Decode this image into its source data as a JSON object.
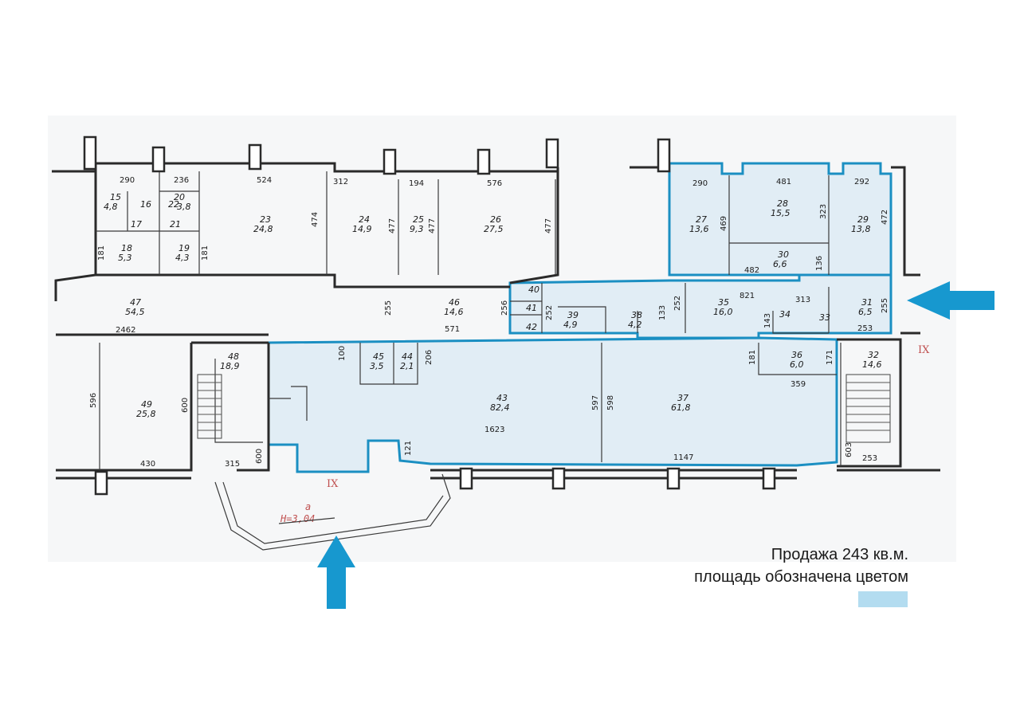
{
  "legend": {
    "line1": "Продажа 243 кв.м.",
    "line2": "площадь обозначена цветом",
    "swatch_color": "#b3dcf0"
  },
  "colors": {
    "highlight": "#1b8fc2",
    "arrow": "#1798cf"
  },
  "rooms": [
    {
      "id": "r15",
      "n": "15",
      "a": "4,8"
    },
    {
      "id": "r16",
      "n": "16",
      "a": ""
    },
    {
      "id": "r17",
      "n": "17",
      "a": ""
    },
    {
      "id": "r20",
      "n": "20",
      "a": "3,8"
    },
    {
      "id": "r22",
      "n": "22",
      "a": ""
    },
    {
      "id": "r21",
      "n": "21",
      "a": ""
    },
    {
      "id": "r18",
      "n": "18",
      "a": "5,3"
    },
    {
      "id": "r19",
      "n": "19",
      "a": "4,3"
    },
    {
      "id": "r23",
      "n": "23",
      "a": "24,8"
    },
    {
      "id": "r24",
      "n": "24",
      "a": "14,9"
    },
    {
      "id": "r25",
      "n": "25",
      "a": "9,3"
    },
    {
      "id": "r26",
      "n": "26",
      "a": "27,5"
    },
    {
      "id": "r27",
      "n": "27",
      "a": "13,6"
    },
    {
      "id": "r28",
      "n": "28",
      "a": "15,5"
    },
    {
      "id": "r29",
      "n": "29",
      "a": "13,8"
    },
    {
      "id": "r30",
      "n": "30",
      "a": "6,6"
    },
    {
      "id": "r47",
      "n": "47",
      "a": "54,5"
    },
    {
      "id": "r46",
      "n": "46",
      "a": "14,6"
    },
    {
      "id": "r40",
      "n": "40",
      "a": ""
    },
    {
      "id": "r41",
      "n": "41",
      "a": ""
    },
    {
      "id": "r42",
      "n": "42",
      "a": ""
    },
    {
      "id": "r39",
      "n": "39",
      "a": "4,9"
    },
    {
      "id": "r38",
      "n": "38",
      "a": "4,2"
    },
    {
      "id": "r35",
      "n": "35",
      "a": "16,0"
    },
    {
      "id": "r34",
      "n": "34",
      "a": ""
    },
    {
      "id": "r33",
      "n": "33",
      "a": ""
    },
    {
      "id": "r31",
      "n": "31",
      "a": "6,5"
    },
    {
      "id": "r48",
      "n": "48",
      "a": "18,9"
    },
    {
      "id": "r49",
      "n": "49",
      "a": "25,8"
    },
    {
      "id": "r45",
      "n": "45",
      "a": "3,5"
    },
    {
      "id": "r44",
      "n": "44",
      "a": "2,1"
    },
    {
      "id": "r43",
      "n": "43",
      "a": "82,4"
    },
    {
      "id": "r37",
      "n": "37",
      "a": "61,8"
    },
    {
      "id": "r36",
      "n": "36",
      "a": "6,0"
    },
    {
      "id": "r32",
      "n": "32",
      "a": "14,6"
    }
  ],
  "dims": [
    "290",
    "236",
    "524",
    "312",
    "194",
    "576",
    "290",
    "481",
    "292",
    "474",
    "477",
    "477",
    "477",
    "469",
    "323",
    "472",
    "181",
    "181",
    "482",
    "136",
    "2462",
    "571",
    "255",
    "256",
    "252",
    "133",
    "252",
    "821",
    "313",
    "143",
    "255",
    "253",
    "100",
    "206",
    "596",
    "600",
    "597",
    "598",
    "1623",
    "121",
    "1147",
    "181",
    "171",
    "359",
    "600",
    "315",
    "430",
    "603",
    "253"
  ],
  "marks": {
    "axis_ix_top": "IX",
    "axis_ix_bottom": "IX",
    "entrance_a": "a",
    "height": "H=3,04"
  }
}
